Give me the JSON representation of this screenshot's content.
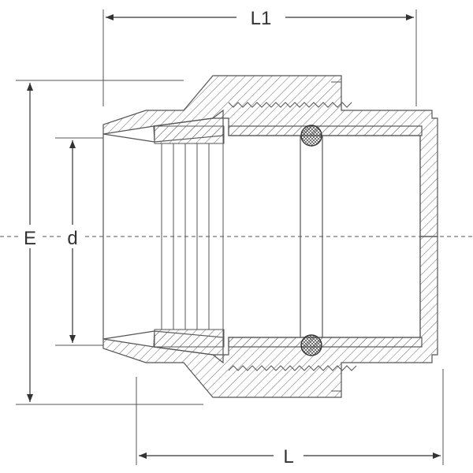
{
  "drawing": {
    "labels": {
      "L1": "L1",
      "L": "L",
      "E": "E",
      "d": "d"
    },
    "colors": {
      "line": "#555555",
      "hatch": "#6b6b6b",
      "text": "#333333",
      "background": "#ffffff"
    }
  }
}
